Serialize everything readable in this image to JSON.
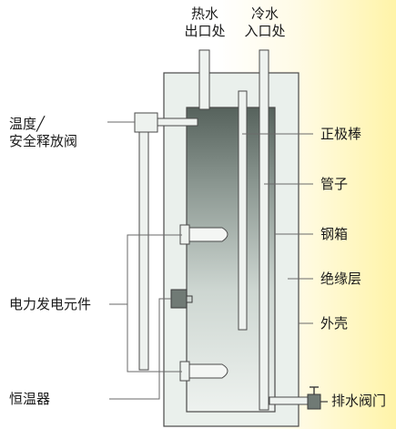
{
  "labels": {
    "hot_outlet": [
      "热水",
      "出口处"
    ],
    "cold_inlet": [
      "冷水",
      "入口处"
    ],
    "temp_valve": [
      "温度╱",
      "安全释放阀"
    ],
    "anode_rod": "正极棒",
    "pipe": "管子",
    "steel_tank": "钢箱",
    "insulation": "绝缘层",
    "shell": "外壳",
    "heating_element": "电力发电元件",
    "thermostat": "恒温器",
    "drain_valve": "排水阀门"
  },
  "colors": {
    "shell_fill": "#eaf0ec",
    "tank_dark": "#5a6660",
    "tank_light": "#e7ede9",
    "outline": "#4a4a4a"
  }
}
